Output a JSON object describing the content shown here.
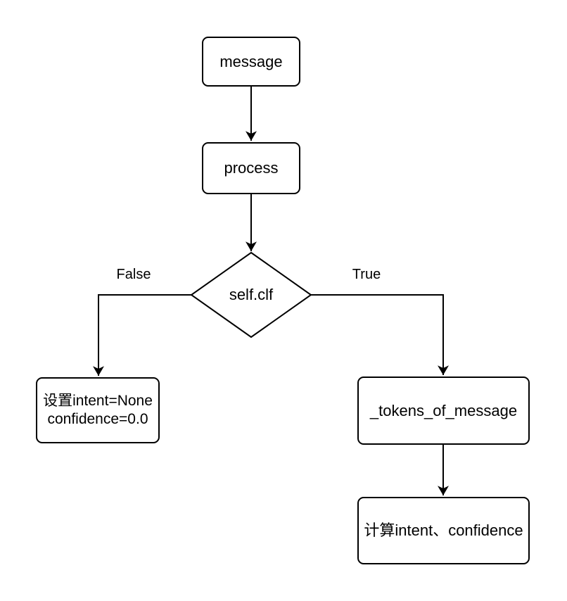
{
  "diagram": {
    "colors": {
      "stroke": "#000000",
      "node_fill": "#ffffff",
      "text": "#000000",
      "background": "#ffffff"
    },
    "nodes": {
      "message": {
        "label": "message"
      },
      "process": {
        "label": "process"
      },
      "decision": {
        "label": "self.clf"
      },
      "set_intent": {
        "label_line1": "设置intent=None",
        "label_line2": "confidence=0.0"
      },
      "tokens": {
        "label": "_tokens_of_message"
      },
      "compute": {
        "label": "计算intent、confidence"
      }
    },
    "edge_labels": {
      "false_label": "False",
      "true_label": "True"
    }
  }
}
